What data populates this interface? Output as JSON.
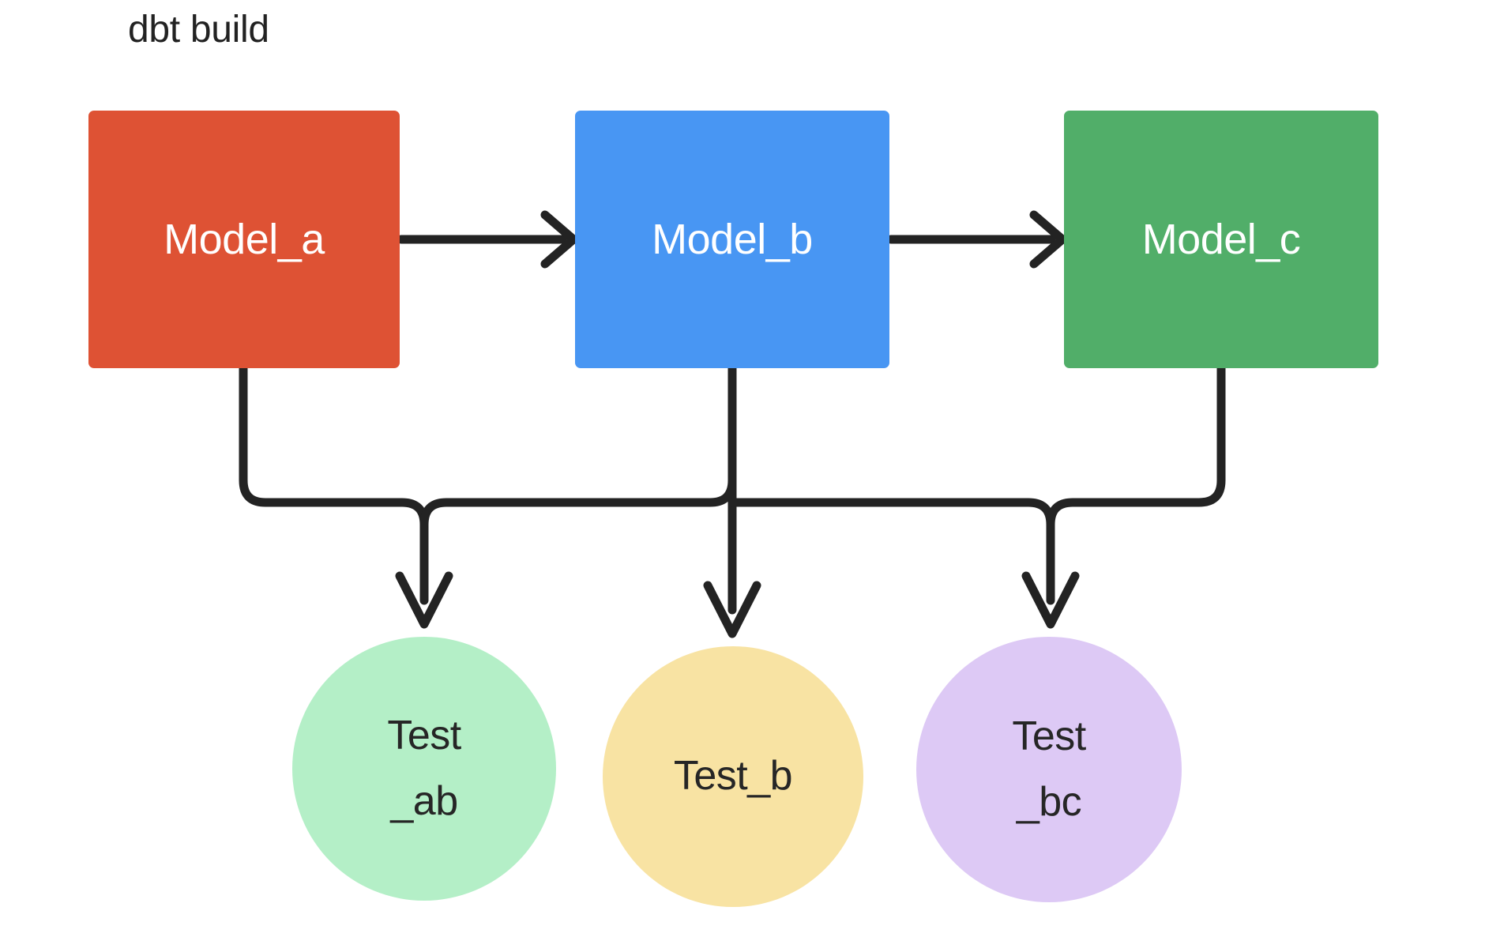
{
  "diagram": {
    "title": "dbt build",
    "type": "dag",
    "background": "#ffffff",
    "edge_color": "#232323",
    "nodes": [
      {
        "id": "model_a",
        "label": "Model_a",
        "shape": "rounded-rect",
        "color": "#DE5234",
        "text_color": "#ffffff"
      },
      {
        "id": "model_b",
        "label": "Model_b",
        "shape": "rounded-rect",
        "color": "#4896F3",
        "text_color": "#ffffff"
      },
      {
        "id": "model_c",
        "label": "Model_c",
        "shape": "rounded-rect",
        "color": "#51AE69",
        "text_color": "#ffffff"
      },
      {
        "id": "test_ab",
        "label_line1": "Test",
        "label_line2": "_ab",
        "label": "Test_ab",
        "shape": "circle",
        "color": "#B4EFC7",
        "text_color": "#262626"
      },
      {
        "id": "test_b",
        "label_line1": "Test_b",
        "label_line2": "",
        "label": "Test_b",
        "shape": "circle",
        "color": "#F8E3A3",
        "text_color": "#262626"
      },
      {
        "id": "test_bc",
        "label_line1": "Test",
        "label_line2": "_bc",
        "label": "Test_bc",
        "shape": "circle",
        "color": "#DDC9F5",
        "text_color": "#262626"
      }
    ],
    "edges": [
      {
        "from": "model_a",
        "to": "model_b",
        "style": "straight-arrow"
      },
      {
        "from": "model_b",
        "to": "model_c",
        "style": "straight-arrow"
      },
      {
        "from": "model_a",
        "to": "test_ab",
        "style": "orthogonal-arrow"
      },
      {
        "from": "model_b",
        "to": "test_ab",
        "style": "orthogonal-arrow"
      },
      {
        "from": "model_b",
        "to": "test_b",
        "style": "orthogonal-arrow"
      },
      {
        "from": "model_b",
        "to": "test_bc",
        "style": "orthogonal-arrow"
      },
      {
        "from": "model_c",
        "to": "test_bc",
        "style": "orthogonal-arrow"
      }
    ]
  }
}
